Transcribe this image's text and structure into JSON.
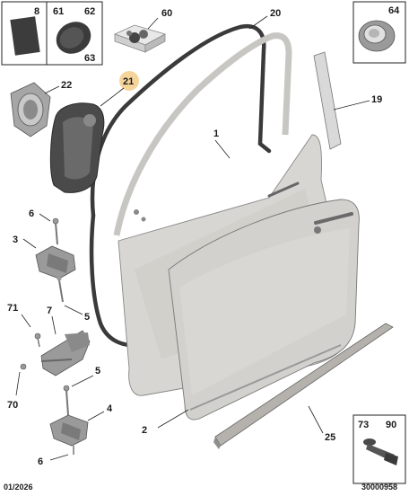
{
  "colors": {
    "panel": "#d8d6d2",
    "panel_shade": "#bdbab5",
    "seal": "#3a3a3a",
    "grey_part": "#8c8c8c",
    "highlight_badge": "#f5d49a"
  },
  "callouts": {
    "box_top_left": {
      "c1": "8",
      "c2": "61",
      "c3": "62",
      "c4": "63"
    },
    "l60": "60",
    "l20": "20",
    "l64": "64",
    "l22": "22",
    "l21": "21",
    "l19": "19",
    "l1": "1",
    "l6a": "6",
    "l3": "3",
    "l5a": "5",
    "l71": "71",
    "l7": "7",
    "l70": "70",
    "l5b": "5",
    "l4": "4",
    "l6b": "6",
    "l2": "2",
    "l25": "25",
    "box_bottom_right": {
      "c1": "73",
      "c2": "90"
    }
  },
  "footer": {
    "date": "01/2026",
    "reference": "30000958"
  }
}
